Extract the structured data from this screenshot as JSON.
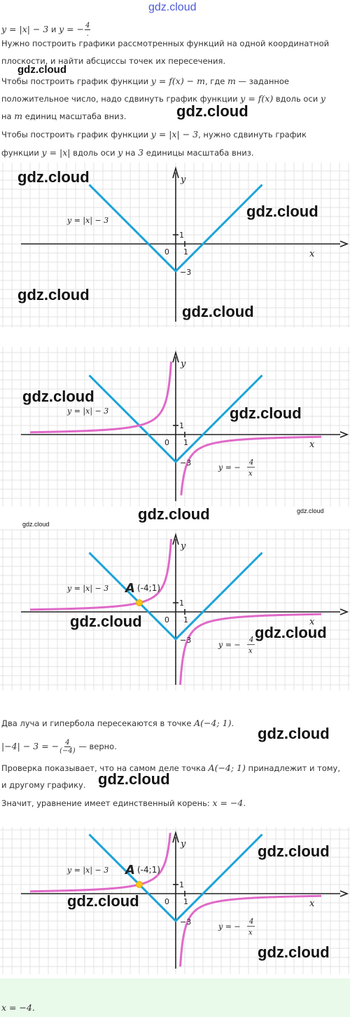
{
  "watermark": "gdz.cloud",
  "intro": {
    "eq_part1": "y = |x| − 3",
    "and": " и ",
    "eq_part2": "y = −",
    "frac_num": "4",
    "frac_den": ".",
    "line1": "Нужно построить графики рассмотренных функций на одной координатной",
    "line2": "плоскости, и найти абсциссы точек их пересечения.",
    "line3a": "Чтобы построить график функции ",
    "line3b": "y = f(x) − m",
    "line3c": ", где ",
    "line3d": "m",
    "line3e": " — заданное",
    "line4a": "положительное число, надо сдвинуть график функции ",
    "line4b": "y = f(x)",
    "line4c": " вдоль оси ",
    "line4d": "y",
    "line5a": "на ",
    "line5b": "m",
    "line5c": " единиц масштаба вниз.",
    "line6a": "Чтобы построить график функции ",
    "line6b": "y = |x| − 3",
    "line6c": ", нужно сдвинуть график",
    "line7a": "функции ",
    "line7b": "y = |x|",
    "line7c": " вдоль оси ",
    "line7d": "y",
    "line7e": " на ",
    "line7f": "3",
    "line7g": " единицы масштаба вниз."
  },
  "graph_labels": {
    "x": "x",
    "y": "y",
    "origin": "0",
    "one_x": "1",
    "one_y": "1",
    "minus3": "−3",
    "abs_label": "y = |x| − 3",
    "hyp_label_prefix": "y = −",
    "hyp_num": "4",
    "hyp_den": "x",
    "point_A": "A",
    "point_A_coords": "(-4;1)"
  },
  "conclusion": {
    "line1a": "Два луча и гипербола пересекаются в точке ",
    "line1b": "A(−4; 1)",
    "line1c": ".",
    "line2a": "|−4| − 3 = −",
    "line2_num": "4",
    "line2_den": "(−4)",
    "line2b": " — верно.",
    "line3a": "Проверка показывает, что на самом деле точка ",
    "line3b": "A(−4; 1)",
    "line3c": " принадлежит и тому,",
    "line4": "и другому графику.",
    "line5a": "Значит, уравнение имеет единственный корень: ",
    "line5b": "x = −4",
    "line5c": "."
  },
  "answer": "x = −4.",
  "colors": {
    "abs_line": "#1aa3d9",
    "hyperbola": "#e06ac8",
    "point": "#f5c518",
    "grid": "#e3e3e3",
    "answer_bg": "#e9f9ea",
    "watermark_top": "#4a5bd4"
  }
}
